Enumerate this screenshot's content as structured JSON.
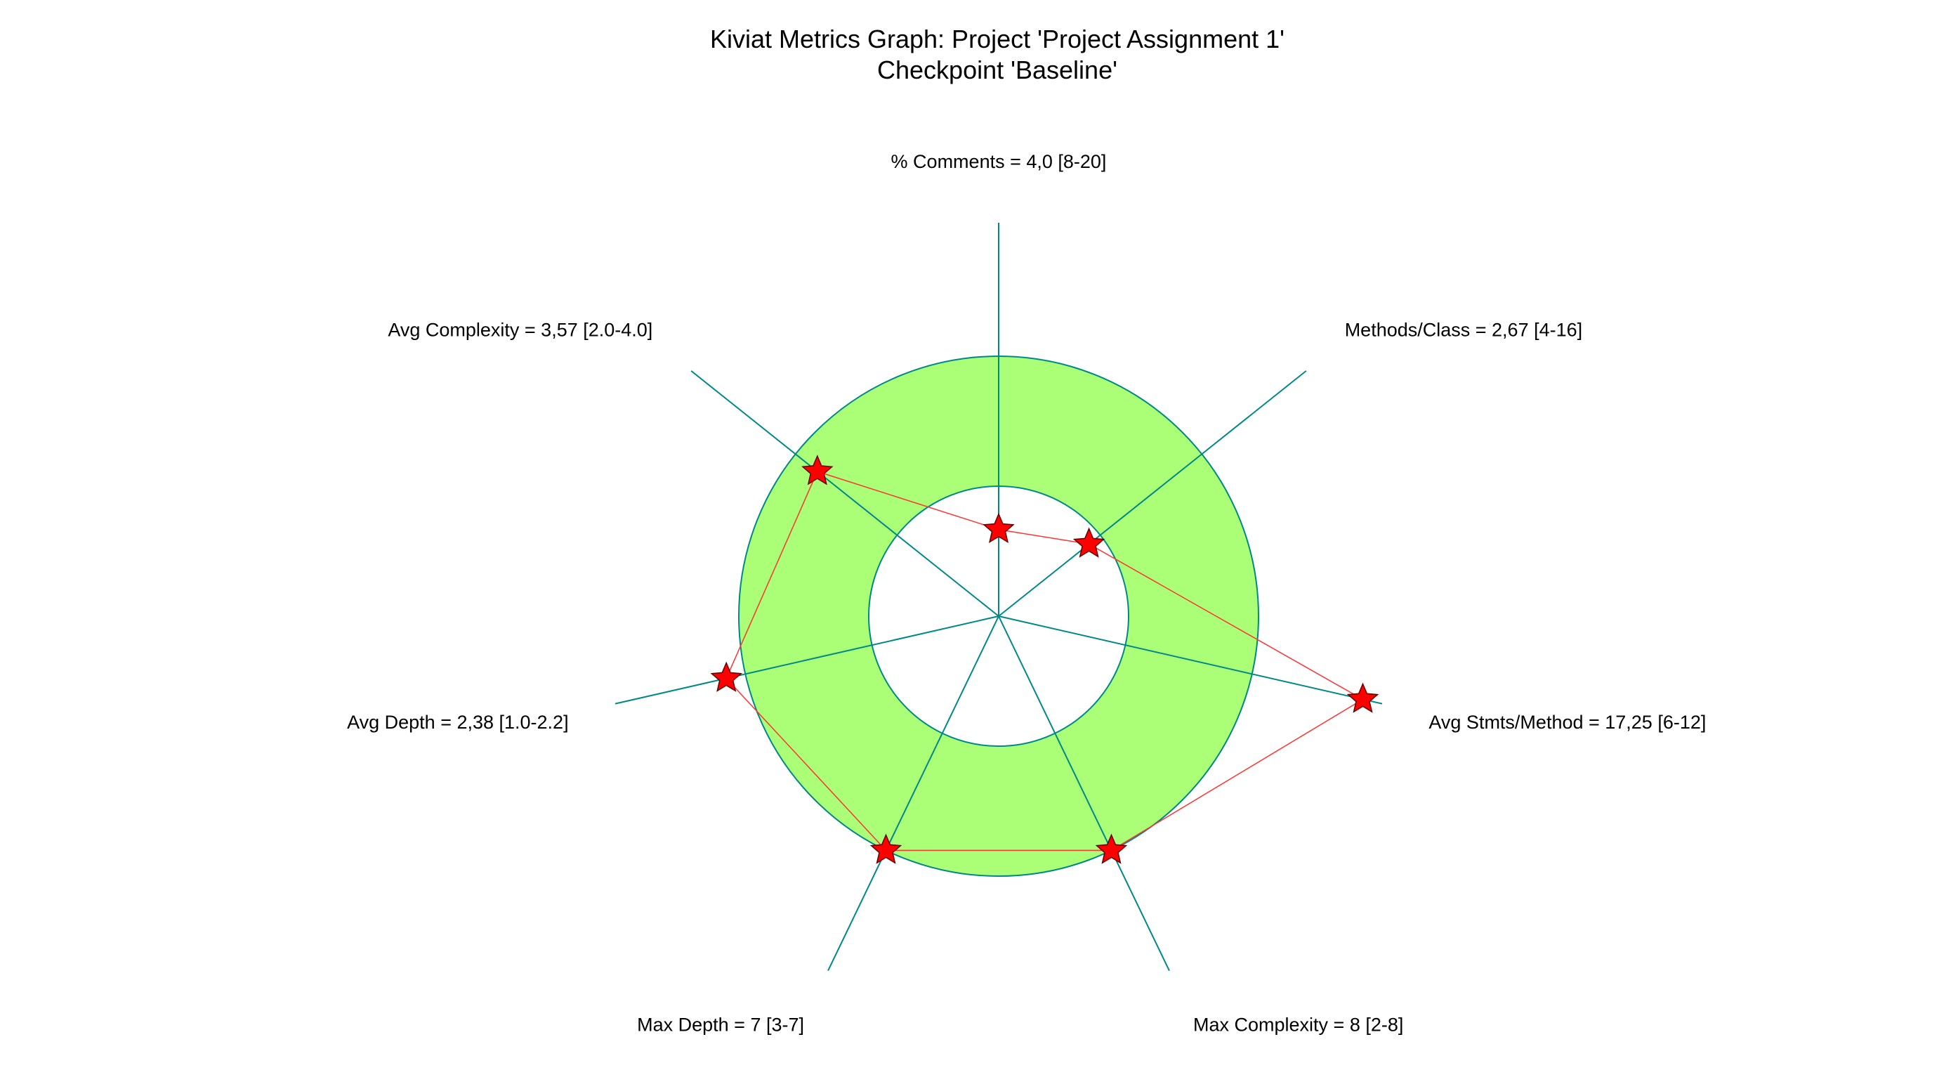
{
  "chart_data": {
    "type": "radar",
    "title_lines": [
      "Kiviat Metrics Graph: Project 'Project Assignment 1'",
      "Checkpoint 'Baseline'"
    ],
    "axes": [
      {
        "label": "% Comments = 4,0 [8-20]",
        "value": 4.0,
        "min": 8,
        "max": 20,
        "angle_deg": 90
      },
      {
        "label": "Methods/Class = 2,67 [4-16]",
        "value": 2.67,
        "min": 4,
        "max": 16,
        "angle_deg": 38.57
      },
      {
        "label": "Avg Stmts/Method = 17,25 [6-12]",
        "value": 17.25,
        "min": 6,
        "max": 12,
        "angle_deg": -12.86
      },
      {
        "label": "Max Complexity = 8 [2-8]",
        "value": 8,
        "min": 2,
        "max": 8,
        "angle_deg": -64.29
      },
      {
        "label": "Max Depth = 7 [3-7]",
        "value": 7,
        "min": 3,
        "max": 7,
        "angle_deg": -115.71
      },
      {
        "label": "Avg Depth = 2,38 [1.0-2.2]",
        "value": 2.38,
        "min": 1.0,
        "max": 2.2,
        "angle_deg": -167.14
      },
      {
        "label": "Avg Complexity = 3,57 [2.0-4.0]",
        "value": 3.57,
        "min": 2.0,
        "max": 4.0,
        "angle_deg": 141.43
      }
    ],
    "colors": {
      "band_fill": "#aaff77",
      "band_stroke": "#008888",
      "axis_line": "#008888",
      "polygon_line": "#ff3333",
      "marker_fill": "#ff0000",
      "marker_stroke": "#660000"
    }
  }
}
